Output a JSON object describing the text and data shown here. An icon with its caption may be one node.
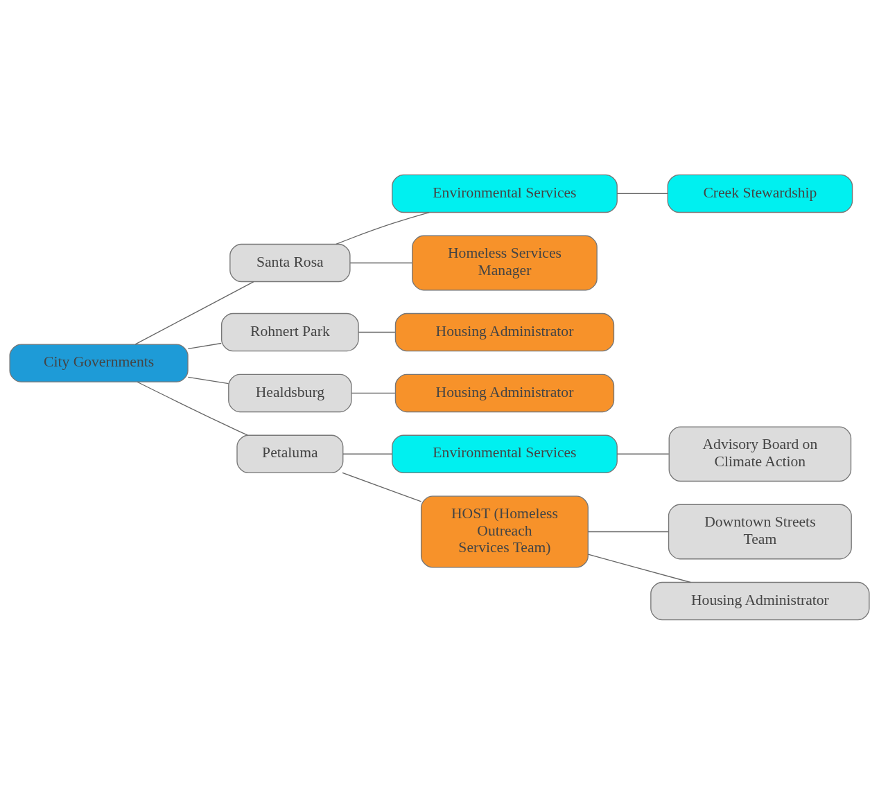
{
  "diagram": {
    "nodes": [
      {
        "text": [
          "City Governments"
        ]
      },
      {
        "text": [
          "Santa Rosa"
        ]
      },
      {
        "text": [
          "Environmental Services"
        ]
      },
      {
        "text": [
          "Creek Stewardship"
        ]
      },
      {
        "text": [
          "Homeless Services Manager"
        ]
      },
      {
        "text": [
          "Rohnert Park"
        ]
      },
      {
        "text": [
          "Housing Administrator"
        ]
      },
      {
        "text": [
          "Healdsburg"
        ]
      },
      {
        "text": [
          "Housing Administrator"
        ]
      },
      {
        "text": [
          "Petaluma"
        ]
      },
      {
        "text": [
          "Environmental Services"
        ]
      },
      {
        "text": [
          "Advisory Board on Climate Action"
        ]
      },
      {
        "text": [
          "HOST (Homeless Outreach Services Team)"
        ]
      },
      {
        "text": [
          "Downtown Streets Team"
        ]
      },
      {
        "text": [
          "Housing Administrator"
        ]
      }
    ],
    "edges": [
      {
        "from": 0,
        "to": 1,
        "arrow": "none"
      },
      {
        "from": 1,
        "to": 2,
        "arrow": "none"
      },
      {
        "from": 2,
        "to": 3,
        "arrow": "none"
      },
      {
        "from": 1,
        "to": 4,
        "arrow": "none"
      },
      {
        "from": 0,
        "to": 5,
        "arrow": "none"
      },
      {
        "from": 5,
        "to": 6,
        "arrow": "none"
      },
      {
        "from": 0,
        "to": 7,
        "arrow": "none"
      },
      {
        "from": 7,
        "to": 8,
        "arrow": "none"
      },
      {
        "from": 0,
        "to": 9,
        "arrow": "none"
      },
      {
        "from": 9,
        "to": 10,
        "arrow": "none"
      },
      {
        "from": 10,
        "to": 11,
        "arrow": "none"
      },
      {
        "from": 9,
        "to": 12,
        "arrow": "none"
      },
      {
        "from": 12,
        "to": 13,
        "arrow": "none"
      },
      {
        "from": 12,
        "to": 14,
        "arrow": "none"
      }
    ]
  }
}
